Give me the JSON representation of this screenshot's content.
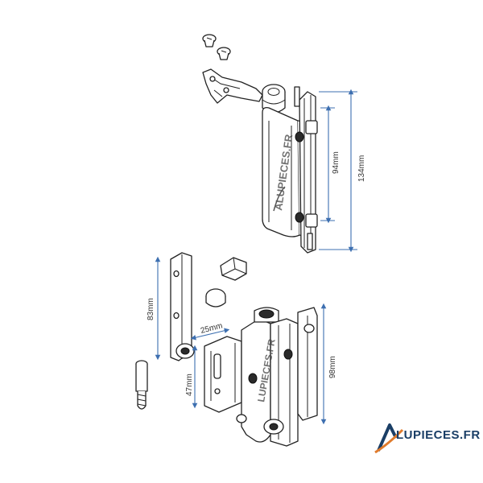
{
  "dimensions": {
    "upper_height_inner": "94mm",
    "upper_height_total": "134mm",
    "lower_plate_height": "83mm",
    "lower_spacing": "25mm",
    "lower_small_height": "47mm",
    "lower_height": "98mm"
  },
  "watermark": {
    "upper": "ALUPIECES.FR",
    "lower": "LUPIECES.FR"
  },
  "logo": {
    "text": "LUPIECES.FR",
    "mark_letter": "A"
  },
  "colors": {
    "dimension_line": "#3d6fb0",
    "logo_primary": "#1a3e66",
    "logo_accent": "#e07b2c"
  }
}
